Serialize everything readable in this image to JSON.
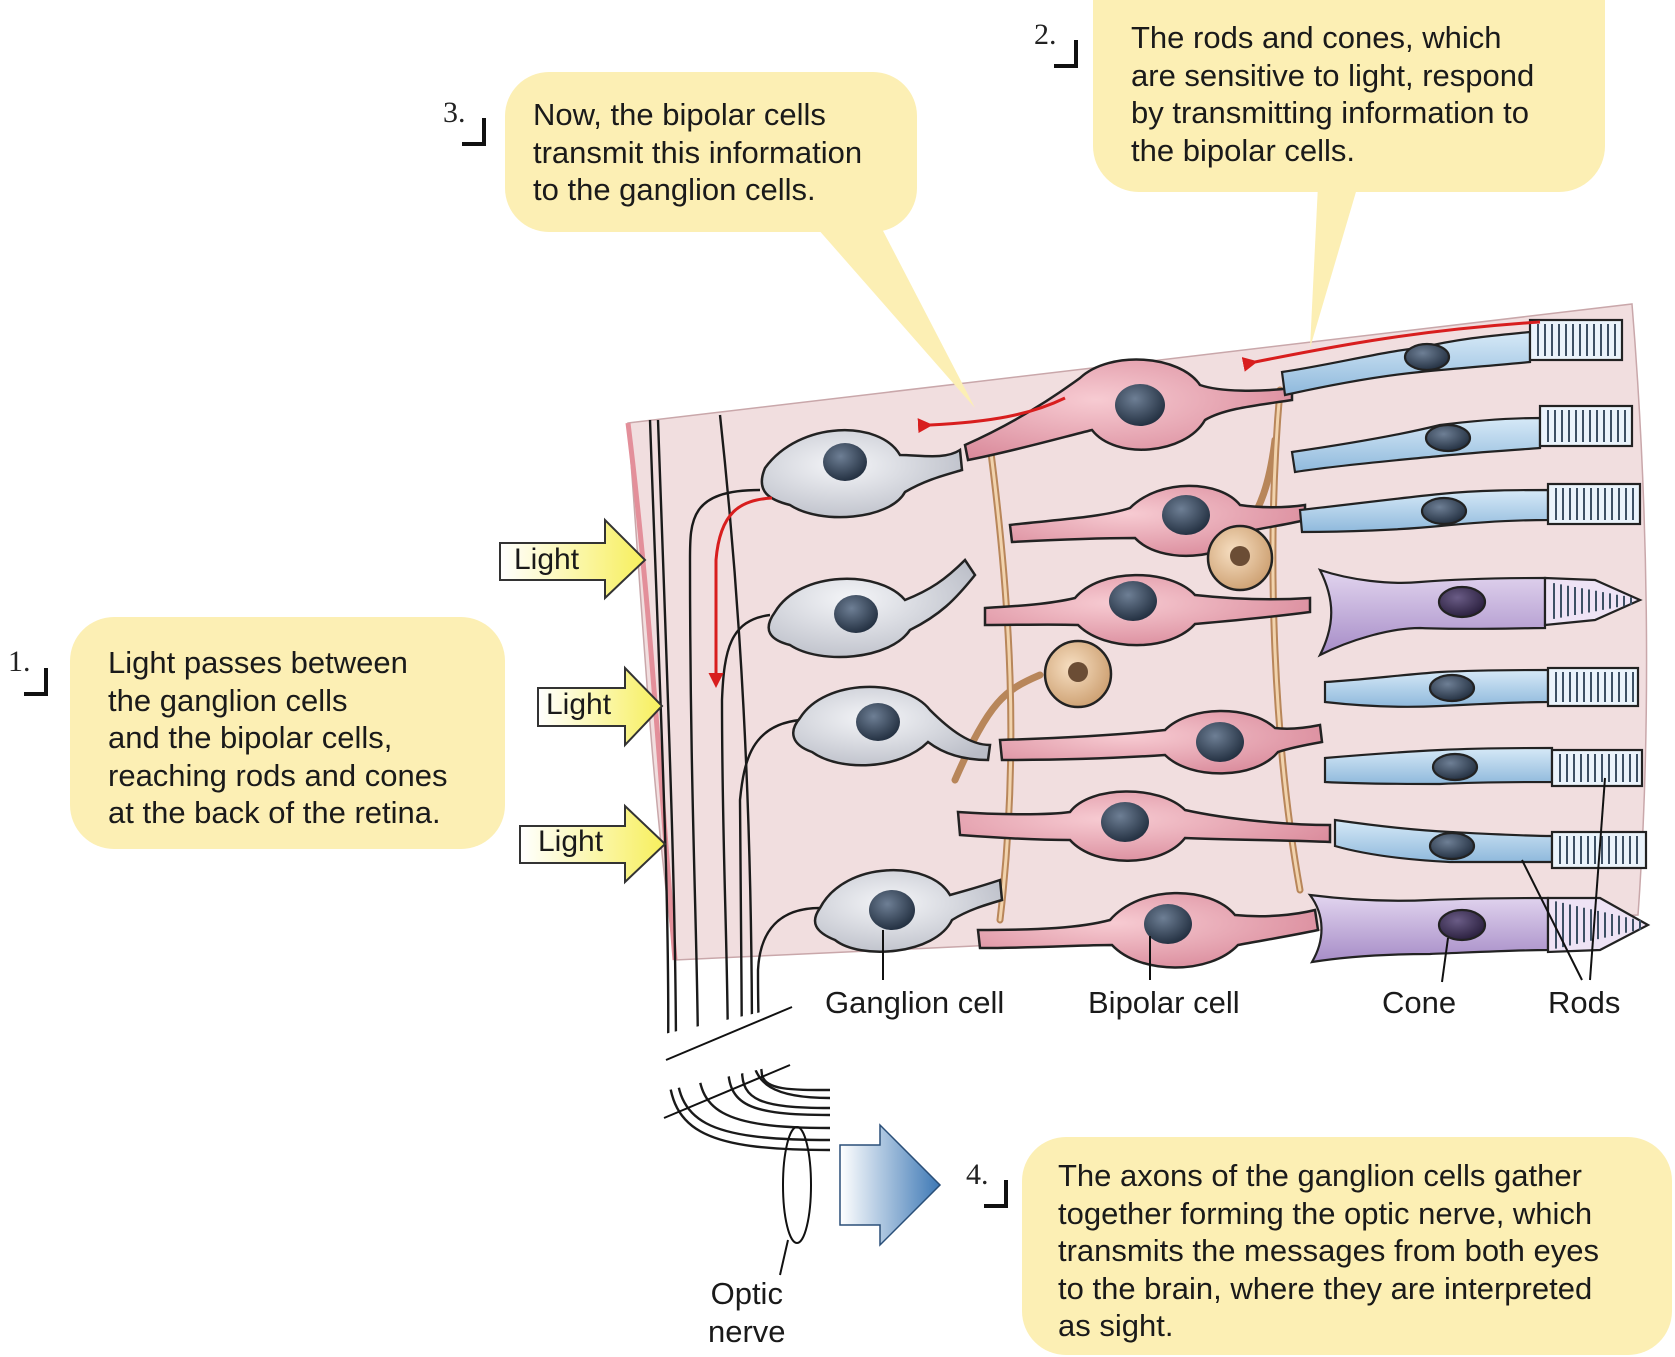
{
  "steps": [
    {
      "number": "1.",
      "lines": [
        "Light passes between",
        "the ganglion cells",
        "and the bipolar cells,",
        "reaching rods and cones",
        "at the back of the retina."
      ]
    },
    {
      "number": "2.",
      "lines": [
        "The rods and cones, which",
        "are sensitive to light, respond",
        "by transmitting information to",
        "the bipolar cells."
      ]
    },
    {
      "number": "3.",
      "lines": [
        "Now, the bipolar cells",
        "transmit this information",
        "to the ganglion cells."
      ]
    },
    {
      "number": "4.",
      "lines": [
        "The axons of the ganglion cells gather",
        "together forming the optic nerve, which",
        "transmits the messages from both eyes",
        "to the brain, where they are interpreted",
        "as sight."
      ]
    }
  ],
  "light_arrows": [
    "Light",
    "Light",
    "Light"
  ],
  "labels": {
    "ganglion": "Ganglion cell",
    "bipolar": "Bipolar cell",
    "cone": "Cone",
    "rods": "Rods",
    "optic_nerve": [
      "Optic",
      "nerve"
    ]
  },
  "colors": {
    "bubble": "#fcefb4",
    "retina_bg": "#f1dedf",
    "ganglion": "#dcdde2",
    "bipolar": "#eeafba",
    "rod": "#b7d6ee",
    "cone": "#c8b3de",
    "horizontal_amacrine": "#e9c9a4",
    "nucleus": "#3c4a5c",
    "signal_arrow": "#d81e1e",
    "light_arrow": "#f7ef7a",
    "brain_arrow": "#4f86bd"
  }
}
